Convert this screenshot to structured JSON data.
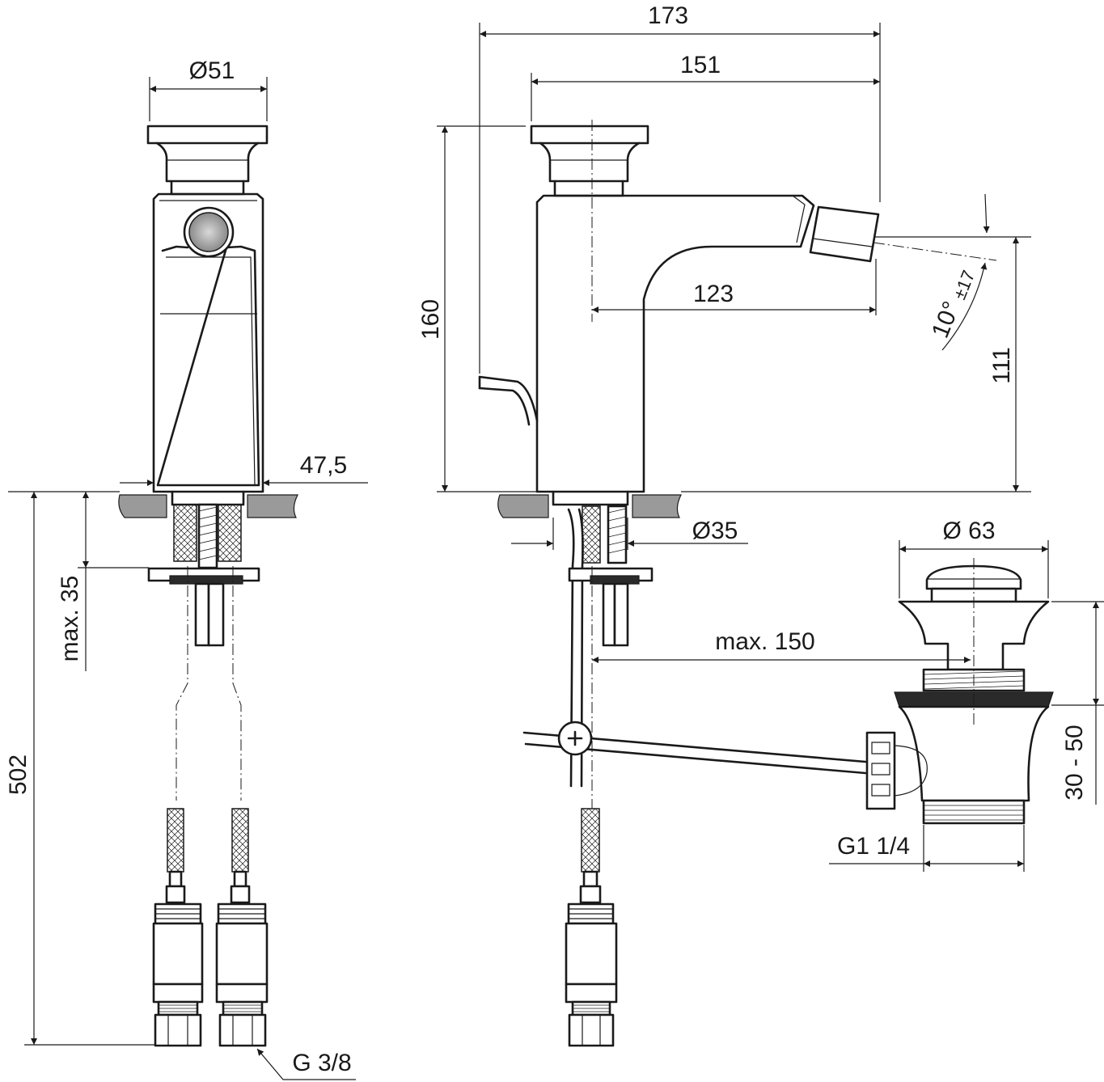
{
  "dimensions": {
    "d173": "173",
    "d151": "151",
    "d51": "Ø51",
    "d160": "160",
    "d123": "123",
    "d111": "111",
    "angle_main": "10°",
    "angle_tol": "±17",
    "d47_5": "47,5",
    "d35": "Ø35",
    "d63": "Ø 63",
    "max35": "max. 35",
    "max150": "max. 150",
    "d502": "502",
    "d30_50": "30 - 50",
    "g1_1_4": "G1 1/4",
    "g3_8": "G 3/8"
  }
}
